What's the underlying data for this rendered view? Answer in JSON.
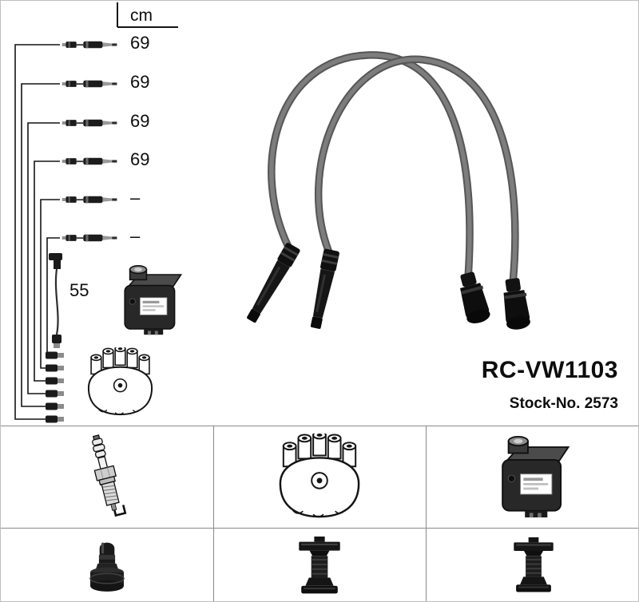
{
  "measurements": {
    "unit_label": "cm",
    "cable_rows": [
      {
        "length": "69"
      },
      {
        "length": "69"
      },
      {
        "length": "69"
      },
      {
        "length": "69"
      },
      {
        "length": "–"
      },
      {
        "length": "–"
      }
    ],
    "coil_wire_length": "55"
  },
  "product": {
    "code": "RC-VW1103",
    "stock_label": "Stock-No. 2573"
  },
  "diagram": {
    "left_column_icons": [
      "cable-connector-icon",
      "cable-connector-icon",
      "cable-connector-icon",
      "cable-connector-icon",
      "cable-connector-icon",
      "cable-connector-icon",
      "coil-wire-icon",
      "ignition-coil-icon",
      "distributor-cap-icon"
    ],
    "photo": "ignition-cable-set-photo"
  },
  "grid": {
    "cells": [
      {
        "icon": "spark-plug-icon"
      },
      {
        "icon": "distributor-cap-icon"
      },
      {
        "icon": "ignition-coil-icon"
      },
      {
        "icon": "connector-boot-icon"
      },
      {
        "icon": "terminal-connector-icon"
      },
      {
        "icon": "terminal-connector-icon"
      }
    ]
  },
  "colors": {
    "cable_gray": "#6f6f6f",
    "line_black": "#141414",
    "grid_line": "#8a8a8a"
  }
}
